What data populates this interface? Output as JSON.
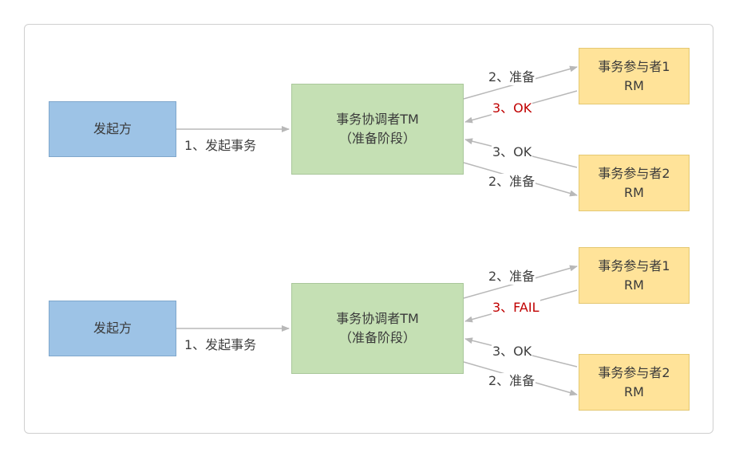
{
  "scenarios": [
    {
      "initiator": "发起方",
      "coordinator": {
        "line1": "事务协调者TM",
        "line2": "（准备阶段）"
      },
      "participant1": {
        "line1": "事务参与者1",
        "line2": "RM"
      },
      "participant2": {
        "line1": "事务参与者2",
        "line2": "RM"
      },
      "labels": {
        "start": "1、发起事务",
        "prepare1": "2、准备",
        "reply1": "3、OK",
        "reply2": "3、OK",
        "prepare2": "2、准备"
      }
    },
    {
      "initiator": "发起方",
      "coordinator": {
        "line1": "事务协调者TM",
        "line2": "（准备阶段）"
      },
      "participant1": {
        "line1": "事务参与者1",
        "line2": "RM"
      },
      "participant2": {
        "line1": "事务参与者2",
        "line2": "RM"
      },
      "labels": {
        "start": "1、发起事务",
        "prepare1": "2、准备",
        "reply1": "3、FAIL",
        "reply2": "3、OK",
        "prepare2": "2、准备"
      }
    }
  ],
  "colors": {
    "initiator": "#9dc3e6",
    "coordinator": "#c5e0b4",
    "participant": "#ffe399",
    "arrow": "#b8b8b8",
    "highlight": "#c00000"
  }
}
